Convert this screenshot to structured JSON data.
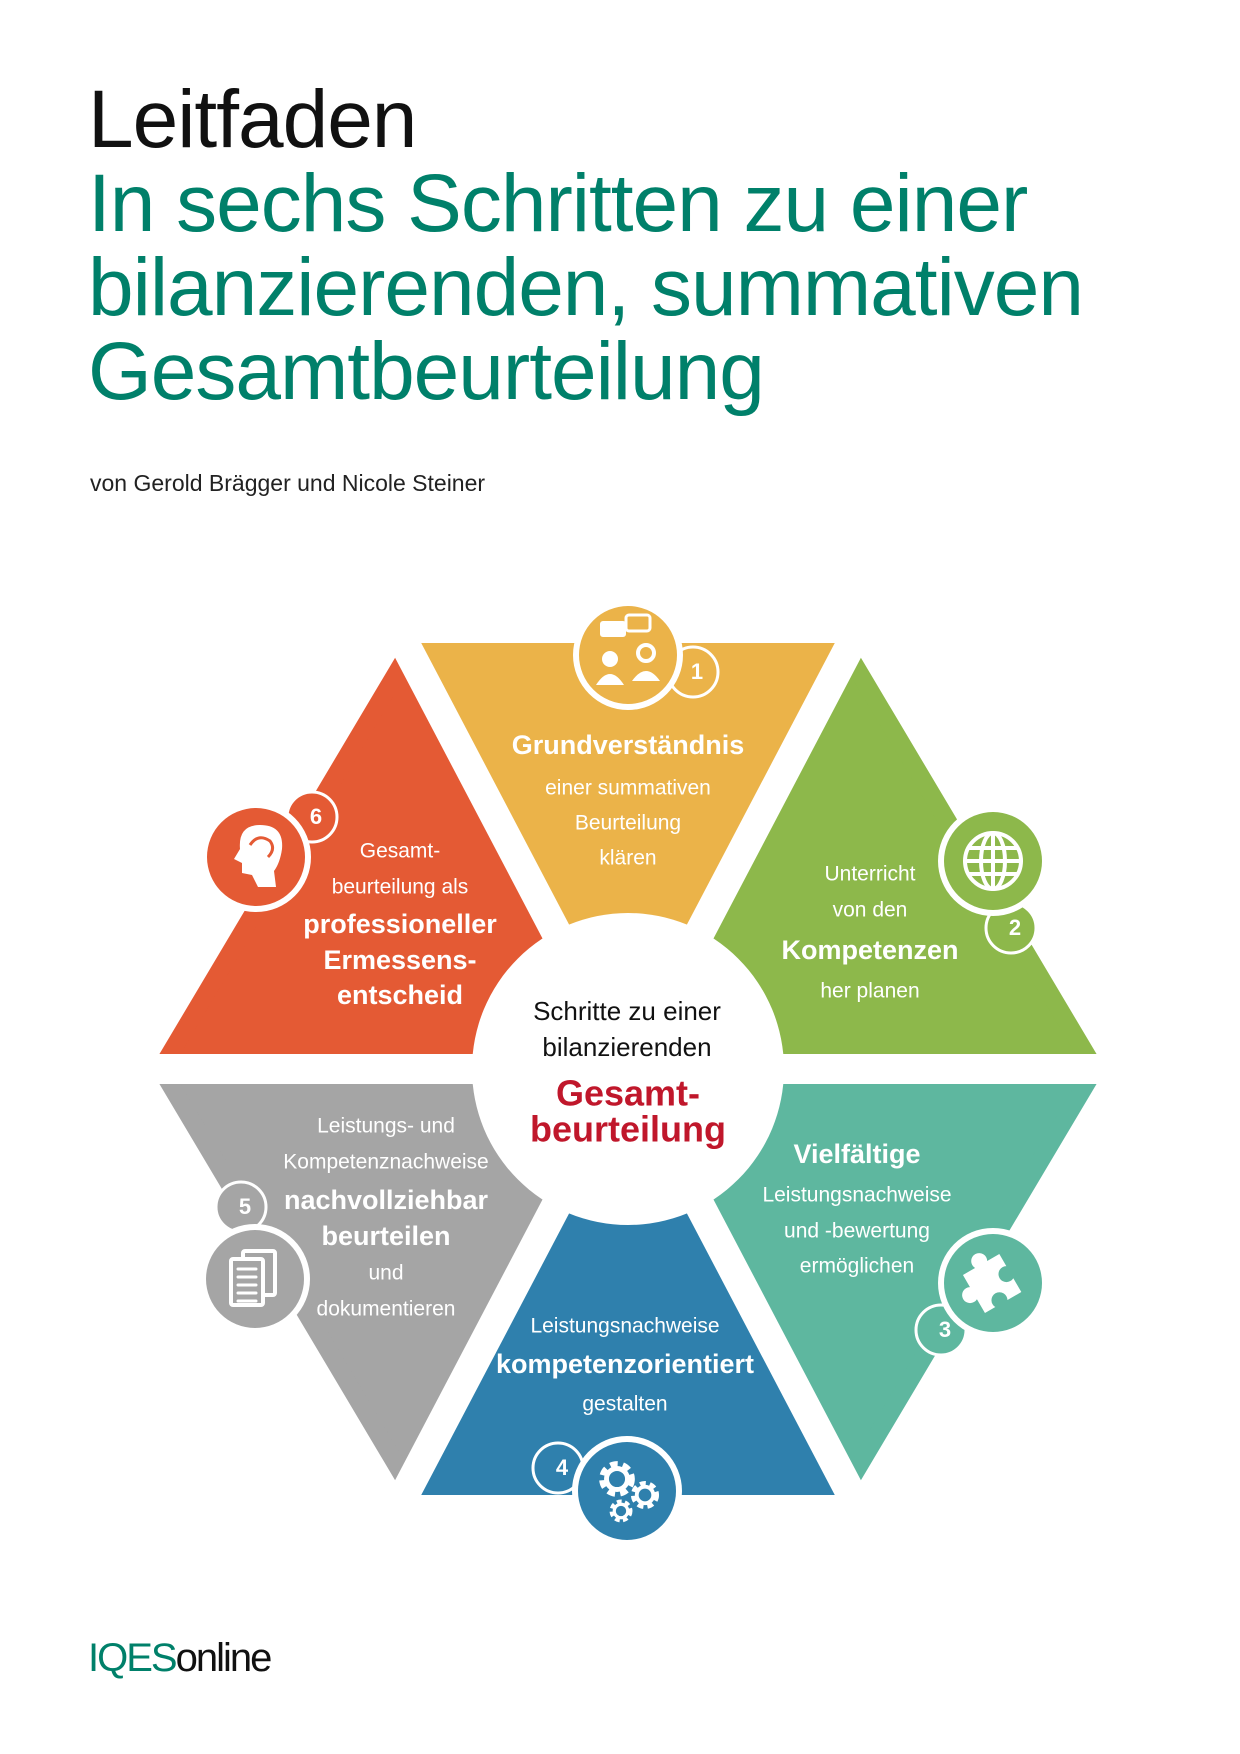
{
  "header": {
    "title": "Leitfaden",
    "subtitle_lines": [
      "In sechs Schritten zu einer",
      "bilanzierenden, summativen",
      "Gesamtbeurteilung"
    ],
    "authors": "von Gerold Brägger und Nicole Steiner"
  },
  "center": {
    "lines": [
      "Schritte zu einer",
      "bilanzierenden"
    ],
    "highlight": [
      "Gesamt-",
      "beurteilung"
    ],
    "highlight_color": "#c0172b"
  },
  "steps": [
    {
      "number": "1",
      "color": "#ebb349",
      "icon": "people-chat-icon",
      "lines": [
        {
          "text": "Grundverständnis",
          "bold": true
        },
        {
          "text": "einer summativen"
        },
        {
          "text": "Beurteilung"
        },
        {
          "text": "klären"
        }
      ]
    },
    {
      "number": "2",
      "color": "#8db84b",
      "icon": "globe-icon",
      "lines": [
        {
          "text": "Unterricht"
        },
        {
          "text": "von den"
        },
        {
          "text": "Kompetenzen",
          "bold": true
        },
        {
          "text": "her planen"
        }
      ]
    },
    {
      "number": "3",
      "color": "#5eb79f",
      "icon": "puzzle-icon",
      "lines": [
        {
          "text": "Vielfältige",
          "bold": true
        },
        {
          "text": "Leistungsnachweise"
        },
        {
          "text": "und -bewertung"
        },
        {
          "text": "ermöglichen"
        }
      ]
    },
    {
      "number": "4",
      "color": "#2f80ad",
      "icon": "gears-icon",
      "lines": [
        {
          "text": "Leistungsnachweise"
        },
        {
          "text": "kompetenzorientiert",
          "bold": true
        },
        {
          "text": "gestalten"
        }
      ]
    },
    {
      "number": "5",
      "color": "#a5a5a5",
      "icon": "documents-icon",
      "lines": [
        {
          "text": "Leistungs- und"
        },
        {
          "text": "Kompetenznachweise"
        },
        {
          "text": "nachvollziehbar",
          "bold": true
        },
        {
          "text": "beurteilen",
          "bold": true
        },
        {
          "text": "und"
        },
        {
          "text": "dokumentieren"
        }
      ]
    },
    {
      "number": "6",
      "color": "#e45a34",
      "icon": "head-icon",
      "lines": [
        {
          "text": "Gesamt-"
        },
        {
          "text": "beurteilung als"
        },
        {
          "text": "professioneller",
          "bold": true
        },
        {
          "text": "Ermessens-",
          "bold": true
        },
        {
          "text": "entscheid",
          "bold": true
        }
      ]
    }
  ],
  "footer": {
    "logo_part1": "IQES",
    "logo_part2": "online"
  }
}
